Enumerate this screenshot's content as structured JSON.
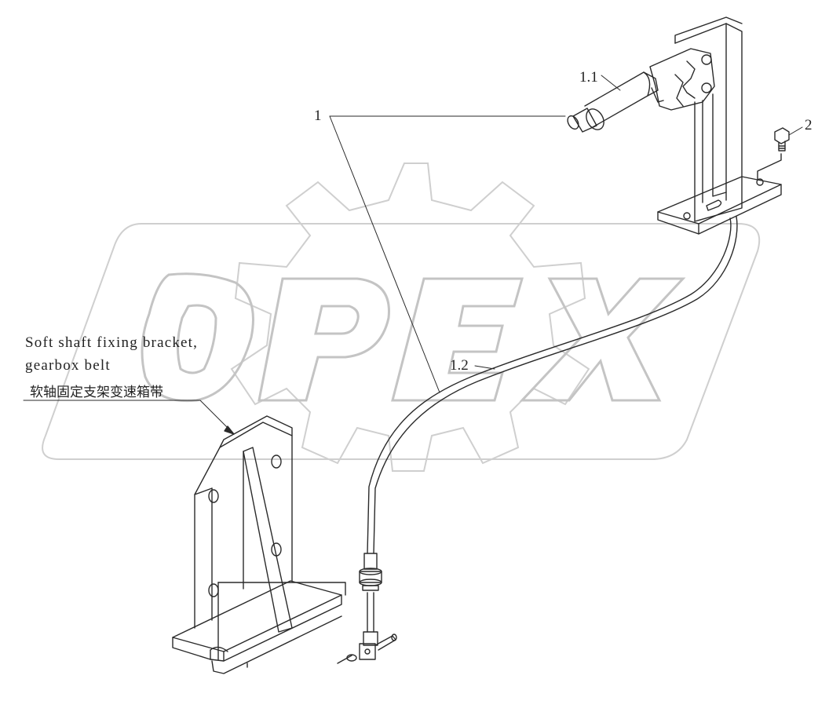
{
  "watermark": {
    "text": "OPEX",
    "color": "#c8c8c8"
  },
  "callouts": {
    "c1": "1",
    "c1_1": "1.1",
    "c1_2": "1.2",
    "c2": "2"
  },
  "note": {
    "line1": "Soft shaft fixing bracket,",
    "line2": "gearbox belt",
    "line3": "软轴固定支架变速箱带"
  },
  "colors": {
    "line": "#2a2a2a",
    "watermark": "#c8c8c8"
  }
}
